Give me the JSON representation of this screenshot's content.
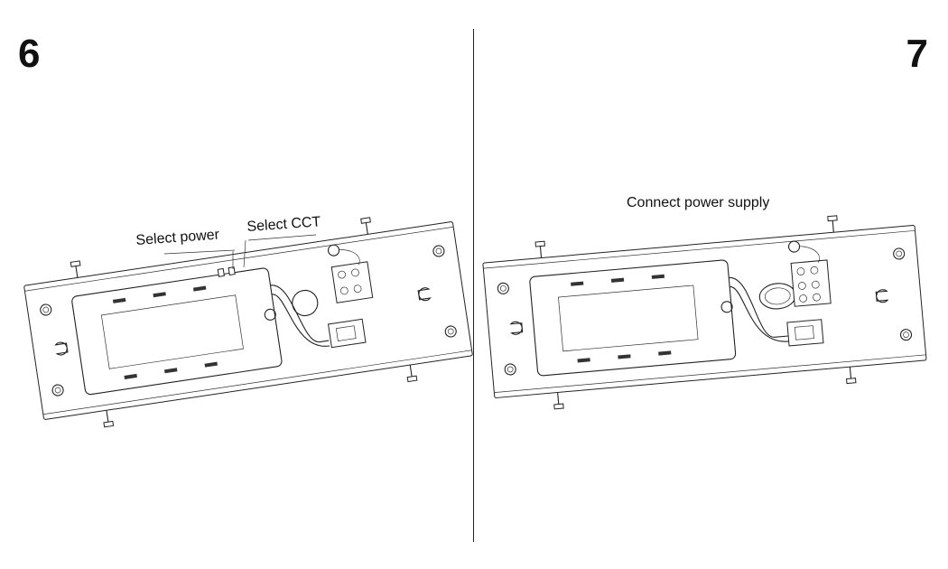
{
  "panels": [
    {
      "step": "6",
      "labels": [
        "Select power",
        "Select CCT"
      ]
    },
    {
      "step": "7",
      "labels": [
        "Connect power supply"
      ]
    }
  ]
}
